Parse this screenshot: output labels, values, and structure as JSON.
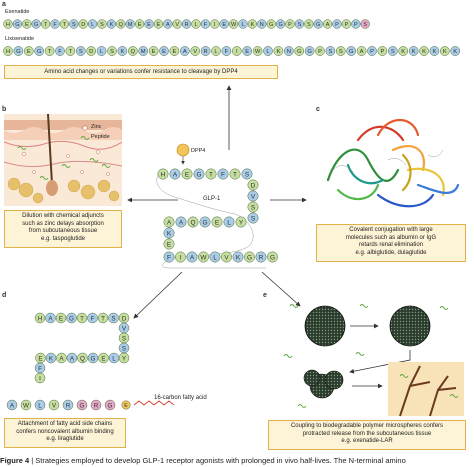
{
  "panel_letters": {
    "a": "a",
    "b": "b",
    "c": "c",
    "d": "d",
    "e": "e"
  },
  "sequences": {
    "exenatide": {
      "label": "Exenatide",
      "residues": [
        "H",
        "G",
        "E",
        "G",
        "T",
        "F",
        "T",
        "S",
        "D",
        "L",
        "S",
        "K",
        "Q",
        "M",
        "E",
        "E",
        "E",
        "A",
        "V",
        "R",
        "L",
        "F",
        "I",
        "E",
        "W",
        "L",
        "K",
        "N",
        "G",
        "G",
        "P",
        "S",
        "S",
        "G",
        "A",
        "P",
        "P",
        "P",
        "S"
      ],
      "pink_from": 38
    },
    "lixisenatide": {
      "label": "Lixisenatide",
      "residues": [
        "H",
        "G",
        "E",
        "G",
        "T",
        "F",
        "T",
        "S",
        "D",
        "L",
        "S",
        "K",
        "Q",
        "M",
        "E",
        "E",
        "E",
        "A",
        "V",
        "R",
        "L",
        "F",
        "I",
        "E",
        "W",
        "L",
        "K",
        "N",
        "G",
        "G",
        "P",
        "S",
        "S",
        "G",
        "A",
        "P",
        "P",
        "S",
        "K",
        "K",
        "K",
        "K",
        "K",
        "K"
      ]
    }
  },
  "caption_a": "Amino acid changes or variations confer resistance to cleavage by DPP4",
  "glp1": {
    "label": "GLP-1",
    "dpp4_label": "DPP4",
    "residues": [
      "H",
      "A",
      "E",
      "G",
      "T",
      "F",
      "T",
      "S",
      "D",
      "V",
      "S",
      "S",
      "Y",
      "L",
      "E",
      "G",
      "Q",
      "A",
      "A",
      "K",
      "E",
      "F",
      "I",
      "A",
      "W",
      "L",
      "V",
      "K",
      "G",
      "R",
      "G"
    ]
  },
  "panel_b": {
    "legend_zinc": "Zinc",
    "legend_peptide": "Peptide",
    "caption": [
      "Dilution with chemical adjuncts",
      "such as zinc delays absorption",
      "from subcutaneous tissue",
      "e.g. taspoglutide"
    ]
  },
  "panel_c": {
    "caption": [
      "Covalent conjugation with large",
      "molecules such as albumin or IgG",
      "retards renal elimination",
      "e.g. albiglutide, dulaglutide"
    ]
  },
  "panel_d": {
    "residues": [
      "H",
      "A",
      "E",
      "G",
      "T",
      "F",
      "T",
      "S",
      "D",
      "V",
      "S",
      "S",
      "Y",
      "L",
      "E",
      "G",
      "Q",
      "A",
      "A",
      "K",
      "E",
      "F",
      "I",
      "A",
      "W",
      "L",
      "V",
      "R",
      "G",
      "R",
      "G"
    ],
    "fatty_acid_label": "16-carbon fatty acid",
    "linker_label": "E",
    "caption": [
      "Attachment of fatty acid side chains",
      "confers noncovalent albumin binding",
      "e.g. liraglutide"
    ]
  },
  "panel_e": {
    "caption": [
      "Coupling to biodegradable polymer microspheres confers",
      "protracted release from the subcutaneous tissue",
      "e.g. exenatide-LAR"
    ]
  },
  "figure_caption": {
    "label": "Figure 4",
    "text": " | Strategies employed to develop GLP-1 receptor agonists with prolonged in vivo half-lives. The N-terminal amino"
  },
  "colors": {
    "bead_green": "#c6dfa0",
    "bead_blue": "#a9cce9",
    "bead_pink": "#e6a8c8",
    "bead_orange": "#f2c45a",
    "caption_bg": "#fdf3d6",
    "caption_border": "#e0b24a"
  }
}
